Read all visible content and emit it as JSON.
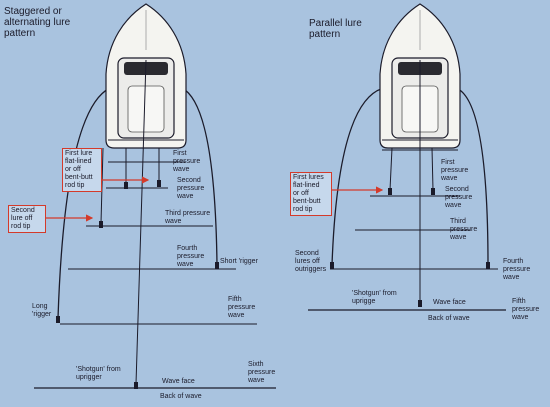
{
  "left_diagram": {
    "title": "Staggered or\nalternating lure\npattern",
    "labels": {
      "first_pressure": "First\npressure\nwave",
      "second_pressure": "Second\npressure\nwave",
      "third_pressure": "Third pressure\nwave",
      "fourth_pressure": "Fourth\npressure\nwave",
      "fifth_pressure": "Fifth\npressure\nwave",
      "sixth_pressure": "Sixth\npressure\nwave",
      "short_rigger": "Short 'rigger",
      "long_rigger": "Long\n'rigger",
      "shotgun": "'Shotgun' from\nuprigger",
      "wave_face": "Wave face",
      "back_of_wave": "Back of wave",
      "first_lure_box": "First lure\nflat-lined\nor off\nbent-butt\nrod tip",
      "second_lure_box": "Second\nlure off\nrod tip"
    }
  },
  "right_diagram": {
    "title": "Parallel lure\npattern",
    "labels": {
      "first_pressure": "First\npressure\nwave",
      "second_pressure": "Second\npressure\nwave",
      "third_pressure": "Third\npressure\nwave",
      "fourth_pressure": "Fourth\npressure\nwave",
      "fifth_pressure": "Fifth\npressure\nwave",
      "second_lures": "Second\nlures off\noutriggers",
      "shotgun": "'Shotgun' from\nuprigge",
      "wave_face": "Wave face",
      "back_of_wave": "Back of wave",
      "first_lures_box": "First lures\nflat-lined\nor off\nbent-butt\nrod tip"
    }
  },
  "colors": {
    "background": "#a9c3df",
    "boat_hull": "#f4f4f0",
    "line": "#1b1b2a",
    "arrow": "#d43a2a"
  }
}
